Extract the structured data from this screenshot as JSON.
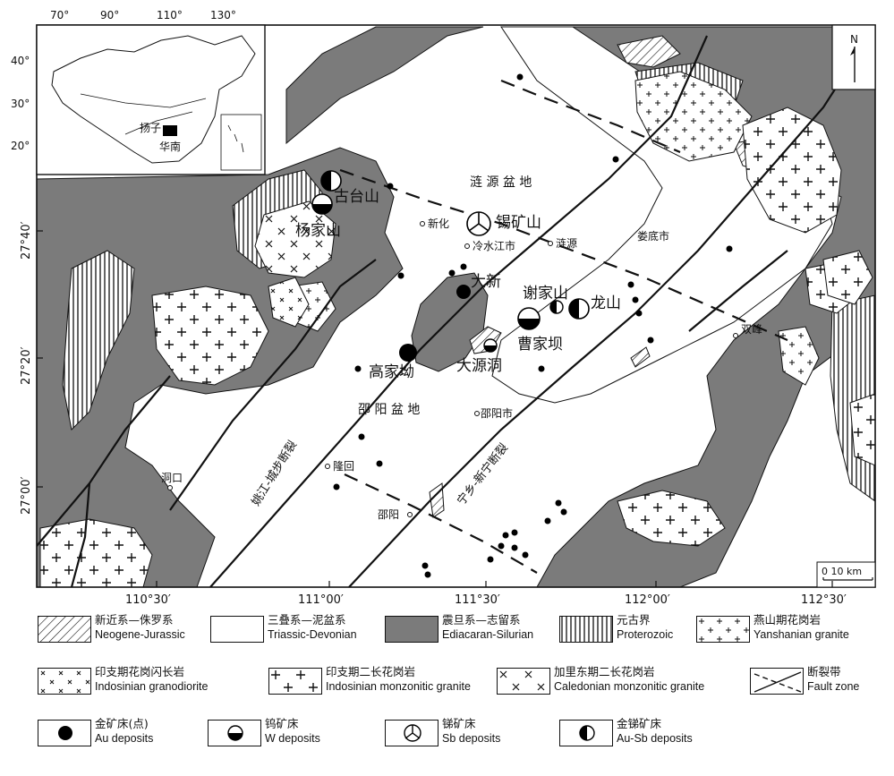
{
  "map": {
    "top_lon_ticks": [
      "70°",
      "90°",
      "110°",
      "130°"
    ],
    "inset_lat_ticks": [
      "40°",
      "30°",
      "20°"
    ],
    "inset_labels": {
      "yangzi": "扬子",
      "huanan": "华南"
    },
    "north": "N",
    "lat_ticks": [
      "27°40′",
      "27°20′",
      "27°00′"
    ],
    "lon_ticks": [
      "110°30′",
      "111°00′",
      "111°30′",
      "112°00′",
      "112°30′"
    ],
    "scale": "0  10 km",
    "basins": {
      "lianyuan": "涟  源  盆  地",
      "shaoyang": "邵  阳  盆  地"
    },
    "faults": {
      "yaojiang": "姚江-城步断裂",
      "ningxiang": "宁乡-新宁断裂"
    },
    "cities": {
      "xinhua": "新化",
      "lengshuijiang": "冷水江市",
      "lianyuan": "涟源",
      "loudi": "娄底市",
      "shuangfeng": "双峰",
      "shaoyang_city": "邵阳市",
      "longhui": "隆回",
      "dongkou": "洞口",
      "shaoyang": "邵阳"
    },
    "deposits": {
      "gutaishan": "古台山",
      "yangjiashan": "杨家山",
      "xikuangshan": "锡矿山",
      "daxin": "大新",
      "xiejiashan": "谢家山",
      "longshan": "龙山",
      "caojiaba": "曹家坝",
      "dayuandong": "大源洞",
      "gaojiaao": "高家坳"
    }
  },
  "legend": [
    {
      "cn": "新近系—侏罗系",
      "en": "Neogene-Jurassic",
      "pattern": "hatch"
    },
    {
      "cn": "三叠系—泥盆系",
      "en": "Triassic-Devonian",
      "pattern": "blank"
    },
    {
      "cn": "震旦系—志留系",
      "en": "Ediacaran-Silurian",
      "pattern": "gray"
    },
    {
      "cn": "元古界",
      "en": "Proterozoic",
      "pattern": "vlines"
    },
    {
      "cn": "燕山期花岗岩",
      "en": "Yanshanian granite",
      "pattern": "small-plus"
    },
    {
      "cn": "印支期花岗闪长岩",
      "en": "Indosinian granodiorite",
      "pattern": "small-x"
    },
    {
      "cn": "印支期二长花岗岩",
      "en": "Indosinian monzonitic granite",
      "pattern": "big-plus"
    },
    {
      "cn": "加里东期二长花岗岩",
      "en": "Caledonian monzonitic granite",
      "pattern": "big-x"
    },
    {
      "cn": "断裂带",
      "en": "Fault zone",
      "pattern": "fault"
    },
    {
      "cn": "金矿床(点)",
      "en": "Au deposits",
      "pattern": "au"
    },
    {
      "cn": "钨矿床",
      "en": "W deposits",
      "pattern": "w"
    },
    {
      "cn": "锑矿床",
      "en": "Sb deposits",
      "pattern": "sb"
    },
    {
      "cn": "金锑矿床",
      "en": "Au-Sb deposits",
      "pattern": "ausb"
    }
  ],
  "colors": {
    "gray": "#7b7b7b",
    "ink": "#111111"
  }
}
